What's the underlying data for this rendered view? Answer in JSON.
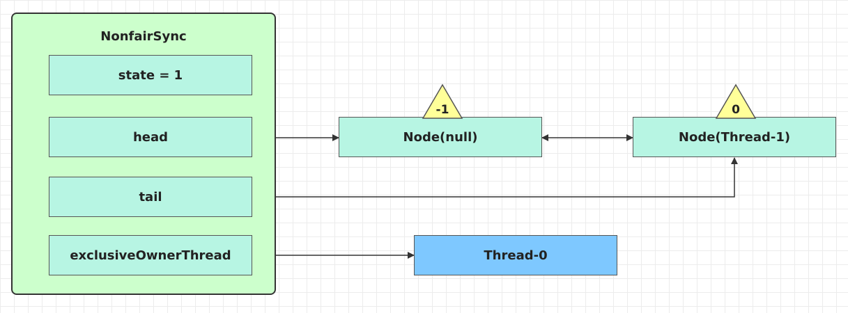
{
  "container": {
    "title": "NonfairSync"
  },
  "fields": {
    "state": "state = 1",
    "head": "head",
    "tail": "tail",
    "owner": "exclusiveOwnerThread"
  },
  "nodes": {
    "node_null": {
      "label": "Node(null)",
      "waitStatus": "-1"
    },
    "node_thread1": {
      "label": "Node(Thread-1)",
      "waitStatus": "0"
    },
    "thread0": {
      "label": "Thread-0"
    }
  },
  "colors": {
    "container_fill": "#ccffcc",
    "field_fill": "#b7f5e3",
    "thread_fill": "#7ec8ff",
    "badge_fill": "#ffff99"
  }
}
